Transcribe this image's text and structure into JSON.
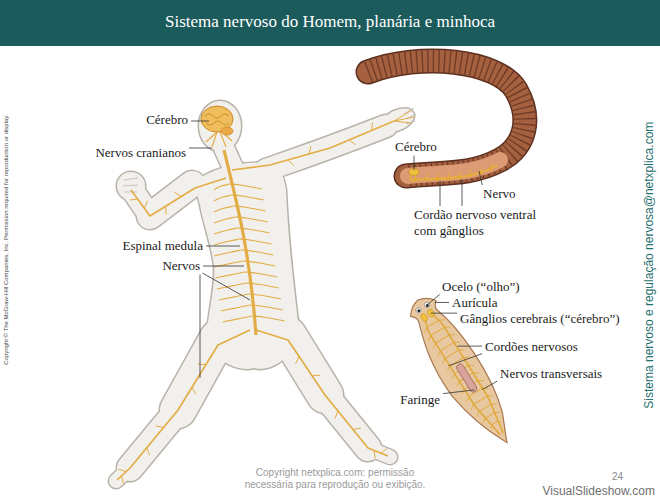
{
  "diagram": {
    "title": "Sistema nervoso do Homem, planária e minhoca",
    "labels": [
      "Copyright © The McGraw-Hill Companies, Inc. Permission required for reproduction or display.",
      "Cérebro",
      "Nervos cranianos",
      "Espinal medula",
      "Nervos",
      "Cérebro",
      "Nervo",
      "Cordão nervoso ventral com gânglios",
      "Ocelo (“olho”)",
      "Aurícula",
      "Gânglios cerebrais (“cérebro”)",
      "Cordões nervosos",
      "Nervos transversais",
      "Faringe",
      "Sistema nervoso e regulação nervosa@netxplica.com",
      "Copyright netxplica.com: permissão necessária para reprodução ou exibição.",
      "24",
      "VisualSlideshow.com"
    ]
  }
}
